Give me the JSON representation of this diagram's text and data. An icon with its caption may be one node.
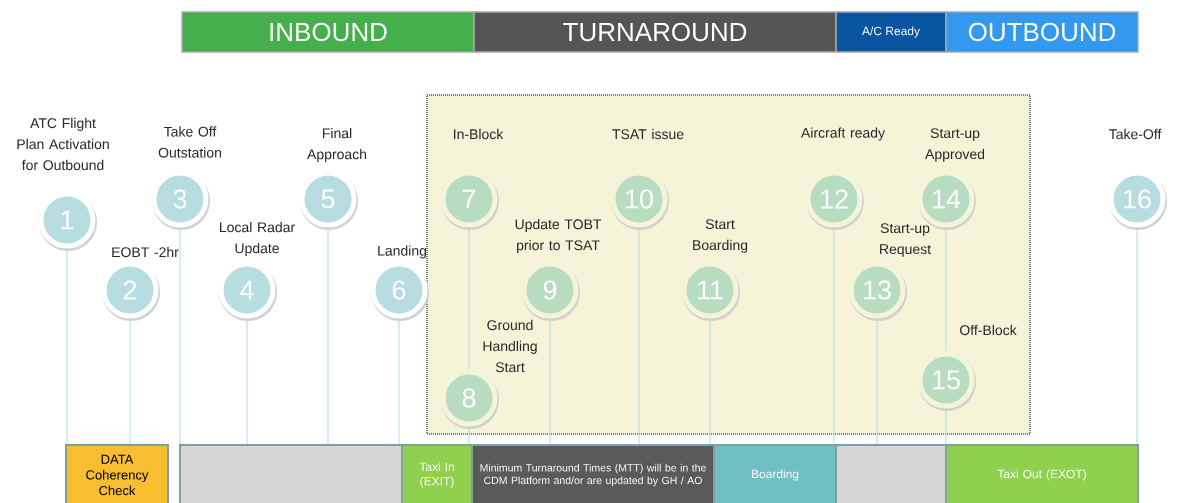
{
  "diagram": {
    "nodes": [
      {
        "text": [
          "INBOUND"
        ]
      },
      {
        "text": [
          "TURNAROUND"
        ]
      },
      {
        "text": [
          "A/C Ready"
        ]
      },
      {
        "text": [
          "OUTBOUND"
        ]
      },
      {
        "text": [],
        "shape": "box"
      },
      {
        "text": [
          "1"
        ],
        "beside": [
          "ATC Flight Plan Activation for Outbound"
        ]
      },
      {
        "text": [
          "2"
        ],
        "beside": [
          "EOBT -2hr"
        ]
      },
      {
        "text": [
          "3"
        ],
        "beside": [
          "Take Off Outstation"
        ]
      },
      {
        "text": [
          "4"
        ],
        "beside": [
          "Local Radar Update"
        ]
      },
      {
        "text": [
          "5"
        ],
        "beside": [
          "Final Approach"
        ]
      },
      {
        "text": [
          "6"
        ],
        "beside": [
          "Landing"
        ]
      },
      {
        "text": [
          "7"
        ],
        "beside": [
          "In-Block"
        ],
        "in": 4
      },
      {
        "text": [
          "8"
        ],
        "beside": [
          "Ground Handling Start"
        ],
        "in": 4
      },
      {
        "text": [
          "9"
        ],
        "beside": [
          "Update TOBT prior to TSAT"
        ],
        "in": 4
      },
      {
        "text": [
          "10"
        ],
        "beside": [
          "TSAT issue"
        ],
        "in": 4
      },
      {
        "text": [
          "11"
        ],
        "beside": [
          "Start Boarding"
        ],
        "in": 4
      },
      {
        "text": [
          "12"
        ],
        "beside": [
          "Aircraft ready"
        ],
        "in": 4
      },
      {
        "text": [
          "13"
        ],
        "beside": [
          "Start-up Request"
        ],
        "in": 4
      },
      {
        "text": [
          "14"
        ],
        "beside": [
          "Start-up Approved"
        ],
        "in": 4
      },
      {
        "text": [
          "15"
        ],
        "beside": [
          "Off-Block"
        ],
        "in": 4
      },
      {
        "text": [
          "16"
        ],
        "beside": [
          "Take-Off"
        ]
      },
      {
        "text": [
          "DATA Coherency Check"
        ]
      },
      {
        "text": [],
        "shape": "box"
      },
      {
        "text": [
          "Taxi In (EXIT)"
        ]
      },
      {
        "text": [
          "Minimum Turnaround Times (MTT) will be in the CDM Platform and/or are updated by GH / AO"
        ]
      },
      {
        "text": [
          "Boarding"
        ]
      },
      {
        "text": [],
        "shape": "box"
      },
      {
        "text": [
          "Taxi Out (EXOT)"
        ]
      }
    ],
    "edges": [
      {
        "from": 5,
        "to": 21,
        "arrow": "none"
      },
      {
        "from": 6,
        "to": 21,
        "arrow": "none"
      },
      {
        "from": 7,
        "to": 22,
        "arrow": "none"
      },
      {
        "from": 8,
        "to": 22,
        "arrow": "none"
      },
      {
        "from": 9,
        "to": 22,
        "arrow": "none"
      },
      {
        "from": 10,
        "to": 22,
        "arrow": "none"
      },
      {
        "from": 11,
        "to": 12,
        "arrow": "none"
      },
      {
        "from": 12,
        "to": 23,
        "arrow": "none"
      },
      {
        "from": 13,
        "to": 24,
        "arrow": "none"
      },
      {
        "from": 14,
        "to": 24,
        "arrow": "none"
      },
      {
        "from": 15,
        "to": 24,
        "arrow": "none"
      },
      {
        "from": 16,
        "to": 25,
        "arrow": "none"
      },
      {
        "from": 17,
        "to": 26,
        "arrow": "none"
      },
      {
        "from": 18,
        "to": 19,
        "arrow": "none"
      },
      {
        "from": 19,
        "to": 27,
        "arrow": "none"
      },
      {
        "from": 20,
        "to": 27,
        "arrow": "none"
      }
    ]
  }
}
